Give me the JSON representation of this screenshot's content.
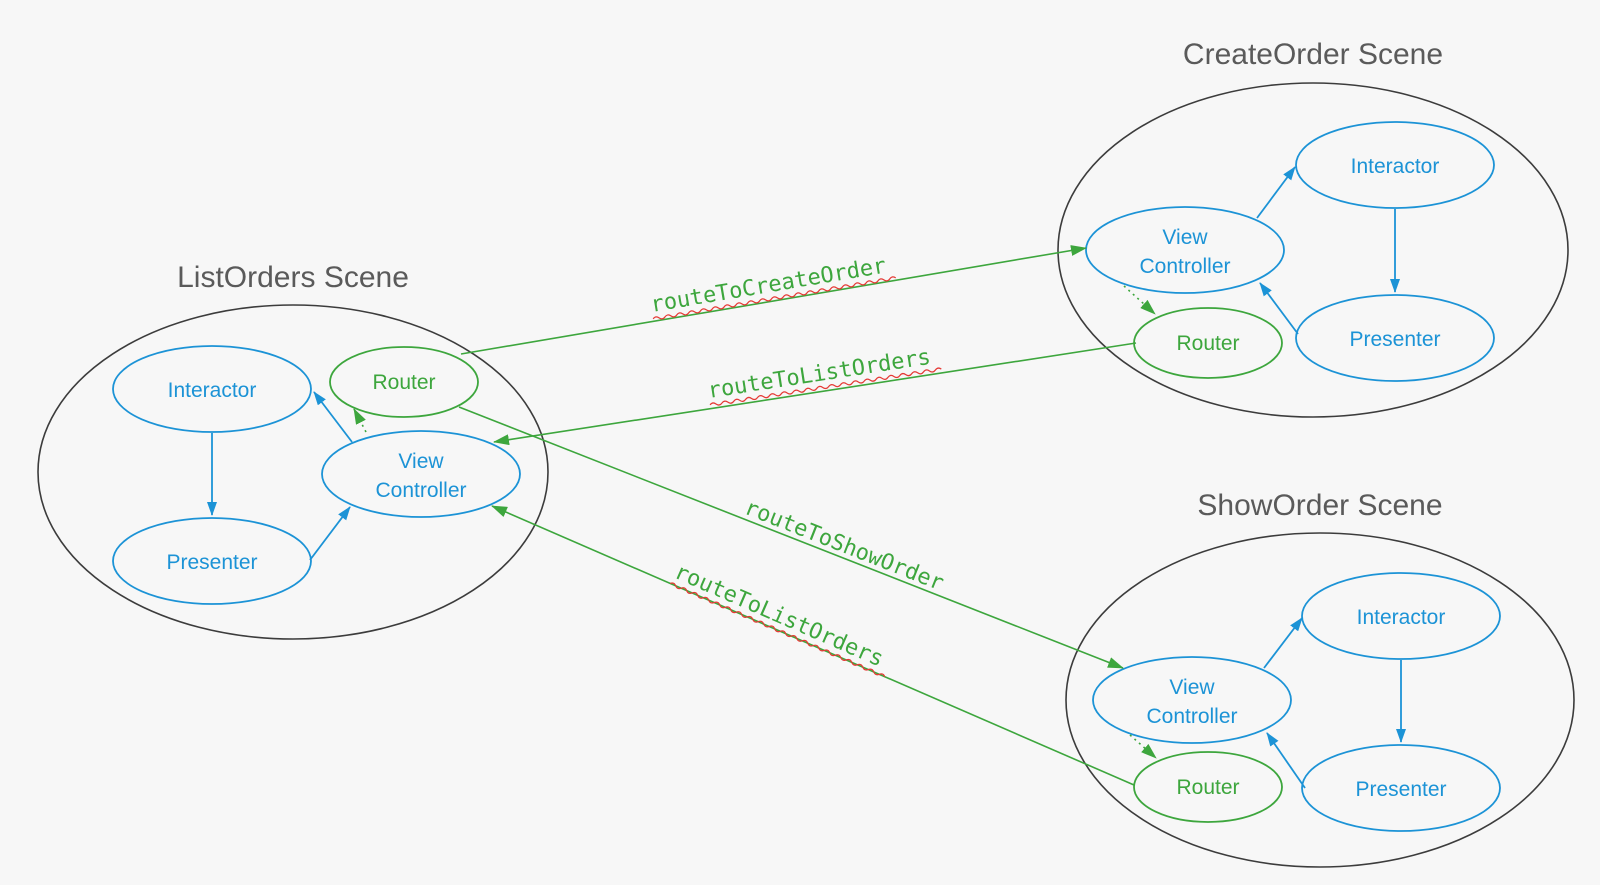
{
  "scenes": {
    "list_orders": {
      "title": "ListOrders Scene",
      "interactor": "Interactor",
      "presenter": "Presenter",
      "view_controller": [
        "View",
        "Controller"
      ],
      "router": "Router"
    },
    "create_order": {
      "title": "CreateOrder Scene",
      "interactor": "Interactor",
      "presenter": "Presenter",
      "view_controller": [
        "View",
        "Controller"
      ],
      "router": "Router"
    },
    "show_order": {
      "title": "ShowOrder Scene",
      "interactor": "Interactor",
      "presenter": "Presenter",
      "view_controller": [
        "View",
        "Controller"
      ],
      "router": "Router"
    }
  },
  "routes": {
    "to_create_order": "routeToCreateOrder",
    "create_to_list": "routeToListOrders",
    "to_show_order": "routeToShowOrder",
    "show_to_list": "routeToListOrders"
  },
  "colors": {
    "vip_component": "#1c93d6",
    "router": "#3da63d",
    "scene_outline": "#3c3c3c",
    "spellcheck": "#e53935"
  }
}
